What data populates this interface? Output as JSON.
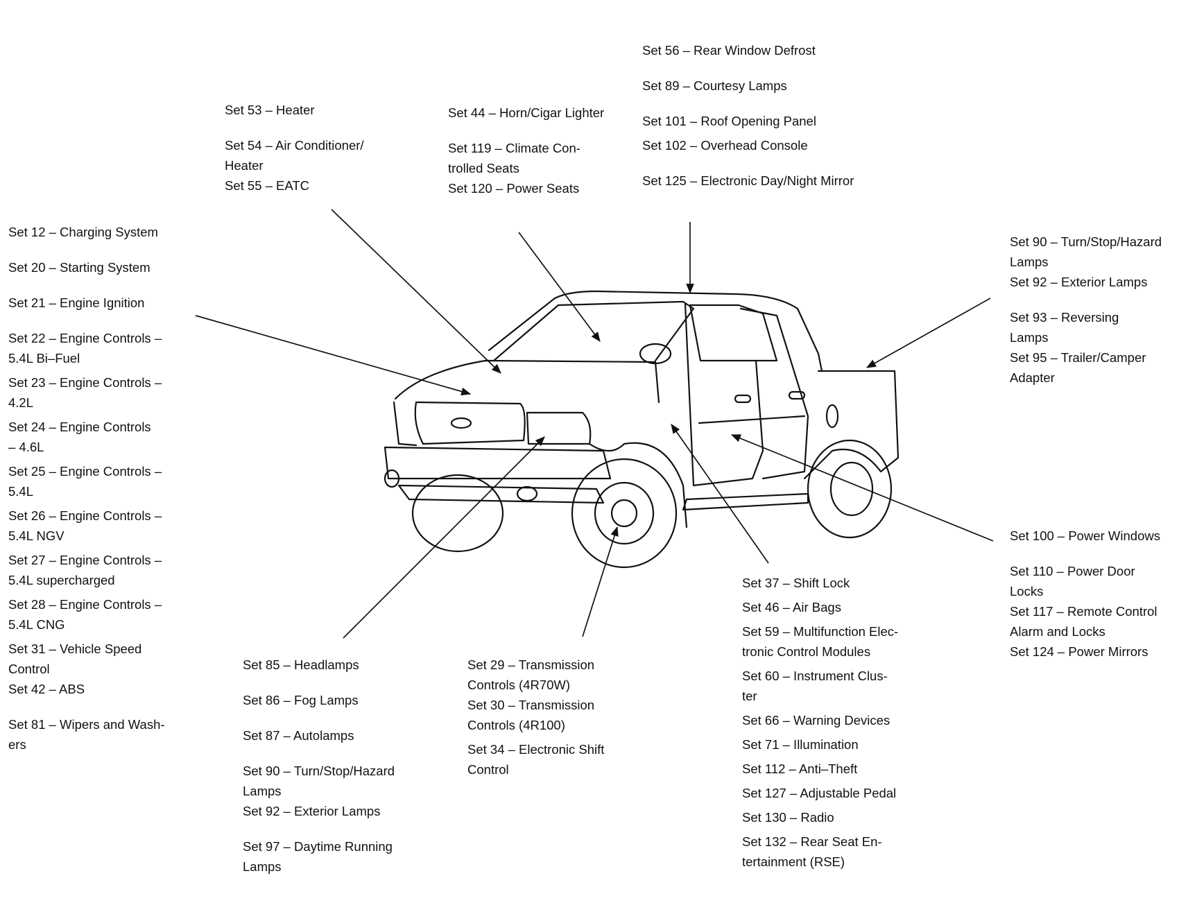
{
  "groups": {
    "top_right": [
      "Set 56 – Rear Window Defrost",
      "Set 89 – Courtesy Lamps",
      "Set 101 – Roof Opening Panel",
      "Set 102 – Overhead Console",
      "Set 125 – Electronic Day/Night Mirror"
    ],
    "top_left": [
      "Set 53 – Heater",
      "Set 54 – Air Conditioner/\nHeater",
      "Set 55 – EATC"
    ],
    "top_mid": [
      "Set 44 – Horn/Cigar Lighter",
      "Set 119 – Climate Con-\ntrolled Seats",
      "Set 120 – Power Seats"
    ],
    "left": [
      "Set 12 – Charging System",
      "Set 20 – Starting System",
      "Set 21 – Engine Ignition",
      "Set 22 – Engine Controls –\n5.4L Bi–Fuel",
      "Set 23 – Engine Controls –\n4.2L",
      "Set 24 – Engine Controls\n– 4.6L",
      "Set 25 – Engine Controls –\n5.4L",
      "Set 26 – Engine Controls –\n5.4L NGV",
      "Set 27 – Engine Controls –\n5.4L supercharged",
      "Set 28 – Engine Controls –\n5.4L CNG",
      "Set 31 – Vehicle Speed\nControl",
      "Set 42 – ABS",
      "Set 81 – Wipers and Wash-\ners"
    ],
    "right": [
      "Set 90 – Turn/Stop/Hazard\nLamps",
      "Set 92 – Exterior Lamps",
      "Set 93 – Reversing\nLamps",
      "Set 95 – Trailer/Camper\nAdapter"
    ],
    "right_lower": [
      "Set 100 – Power Windows",
      "Set 110 – Power Door\nLocks",
      "Set 117 – Remote Control\nAlarm and Locks",
      "Set 124 – Power Mirrors"
    ],
    "bottom_left": [
      "Set 85 – Headlamps",
      "Set 86 – Fog Lamps",
      "Set 87 – Autolamps",
      "Set 90 – Turn/Stop/Hazard\nLamps",
      "Set 92 – Exterior Lamps",
      "Set 97 – Daytime Running\nLamps"
    ],
    "bottom_mid": [
      "Set 29 – Transmission\nControls (4R70W)",
      "Set 30 – Transmission\nControls (4R100)",
      "Set 34 – Electronic Shift\nControl"
    ],
    "bottom_right": [
      "Set 37 – Shift Lock",
      "Set 46 – Air Bags",
      "Set 59 – Multifunction Elec-\ntronic Control Modules",
      "Set 60 – Instrument Clus-\nter",
      "Set 66 – Warning Devices",
      "Set 71 – Illumination",
      "Set 112 – Anti–Theft",
      "Set 127 – Adjustable Pedal",
      "Set 130 – Radio",
      "Set 132 – Rear Seat En-\ntertainment (RSE)"
    ]
  },
  "colors": {
    "ink": "#111111",
    "background": "#ffffff"
  }
}
